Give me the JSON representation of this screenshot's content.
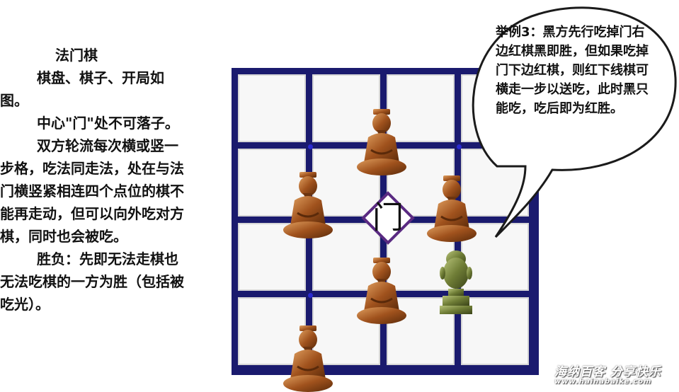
{
  "rules": {
    "title": "法门棋",
    "p1": "棋盘、棋子、开局如图。",
    "p2": "中心\"门\"处不可落子。",
    "p3": "双方轮流每次横或竖一步格，吃法同走法，处在与法门横竖紧相连四个点位的棋不能再走动，但可以向外吃对方棋，同时也会被吃。",
    "p4": "胜负：先即无法走棋也无法吃棋的一方为胜（包括被吃光）。"
  },
  "board": {
    "center_label": "门"
  },
  "bubble": {
    "text": "举例3：黑方先行吃掉门右边红棋黑即胜，但如果吃掉门下边红棋，则红下线棋可横走一步以送吃，此时黑只能吃，吃后即为红胜。"
  },
  "watermark": {
    "line1": "海纳百客 分享快乐",
    "line2": "www.hainabaike.com"
  },
  "colors": {
    "board_lines": "#1a1a6e",
    "gate": "#5a2a82",
    "red_piece": "#a0521d",
    "black_piece": "#5b6a2e"
  }
}
